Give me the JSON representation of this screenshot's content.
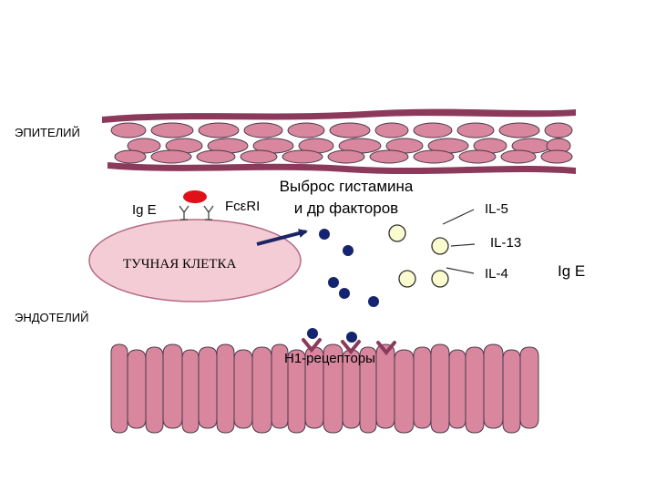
{
  "labels": {
    "epithelium": "ЭПИТЕЛИЙ",
    "endothelium": "ЭНДОТЕЛИЙ",
    "ige_left": "Ig E",
    "ige_right": "Ig E",
    "receptor": "FcεRI",
    "release_line1": "Выброс гистамина",
    "release_line2": "и др факторов",
    "mast_cell": "ТУЧНАЯ КЛЕТКА",
    "il5": "IL-5",
    "il13": "IL-13",
    "il4": "IL-4",
    "h1": "H1-рецепторы"
  },
  "colors": {
    "cell_fill": "#d9869f",
    "cell_stroke": "#4a3a4a",
    "membrane": "#8c3a5c",
    "mast_fill": "#f4ccd6",
    "mast_stroke": "#b46b85",
    "histamine": "#152470",
    "cytokine_fill": "#fbfbd0",
    "cytokine_stroke": "#333333",
    "ige_blob": "#e0111b",
    "arrow": "#1a2566"
  }
}
